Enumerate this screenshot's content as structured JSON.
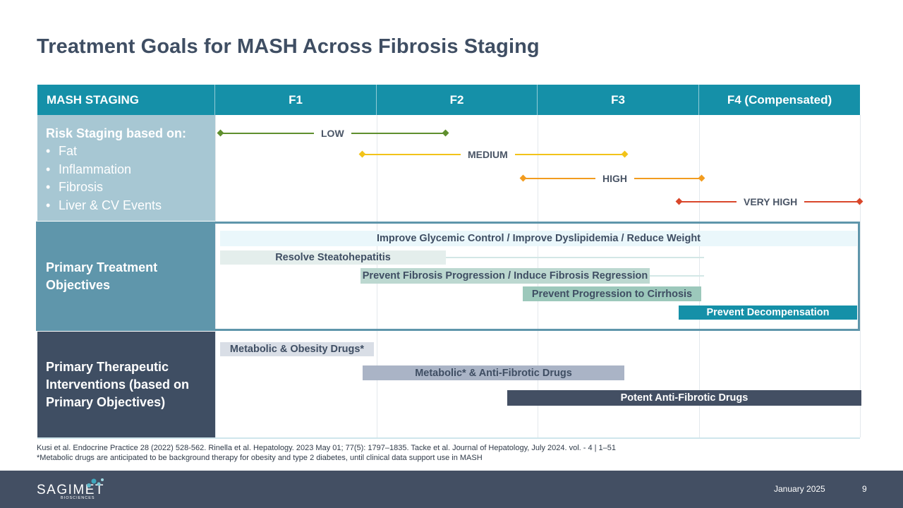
{
  "title": "Treatment Goals for MASH Across Fibrosis Staging",
  "header": {
    "col0": "MASH STAGING",
    "stages": [
      "F1",
      "F2",
      "F3",
      "F4 (Compensated)"
    ]
  },
  "risk": {
    "heading": "Risk Staging based on:",
    "items": [
      "Fat",
      "Inflammation",
      "Fibrosis",
      "Liver & CV Events"
    ],
    "levels": [
      {
        "label": "LOW",
        "color": "#5f8f2e"
      },
      {
        "label": "MEDIUM",
        "color": "#f2c319"
      },
      {
        "label": "HIGH",
        "color": "#f29c1f"
      },
      {
        "label": "VERY HIGH",
        "color": "#d9472b"
      }
    ]
  },
  "objectives": {
    "label": "Primary Treatment Objectives",
    "bars": [
      {
        "label": "Improve Glycemic Control / Improve Dyslipidemia / Reduce Weight",
        "bg": "#eaf7fb"
      },
      {
        "label": "Resolve Steatohepatitis",
        "bg": "#e4eeec"
      },
      {
        "label": "Prevent Fibrosis Progression / Induce Fibrosis Regression",
        "bg": "#bcd8d0"
      },
      {
        "label": "Prevent Progression to Cirrhosis",
        "bg": "#9cc8bb"
      },
      {
        "label": "Prevent Decompensation",
        "bg": "#1590a8"
      }
    ]
  },
  "interventions": {
    "label": "Primary Therapeutic Interventions (based on Primary Objectives)",
    "bars": [
      {
        "label": "Metabolic & Obesity Drugs*",
        "bg": "#d9dee6"
      },
      {
        "label": "Metabolic* & Anti-Fibrotic Drugs",
        "bg": "#aab4c6"
      },
      {
        "label": "Potent Anti-Fibrotic Drugs",
        "bg": "#434f63"
      }
    ]
  },
  "footnotes": {
    "line1": "Kusi et al. Endocrine Practice 28 (2022) 528-562. Rinella et al. Hepatology. 2023 May 01; 77(5): 1797–1835. Tacke et al. Journal of Hepatology, July 2024. vol. - 4 | 1–51",
    "line2": "*Metabolic drugs are anticipated to be background therapy  for obesity and type 2 diabetes, until clinical data support use in MASH"
  },
  "footer": {
    "logo": "SAGIMET",
    "logo_sub": "BIOSCIENCES",
    "date": "January 2025",
    "page": "9"
  }
}
